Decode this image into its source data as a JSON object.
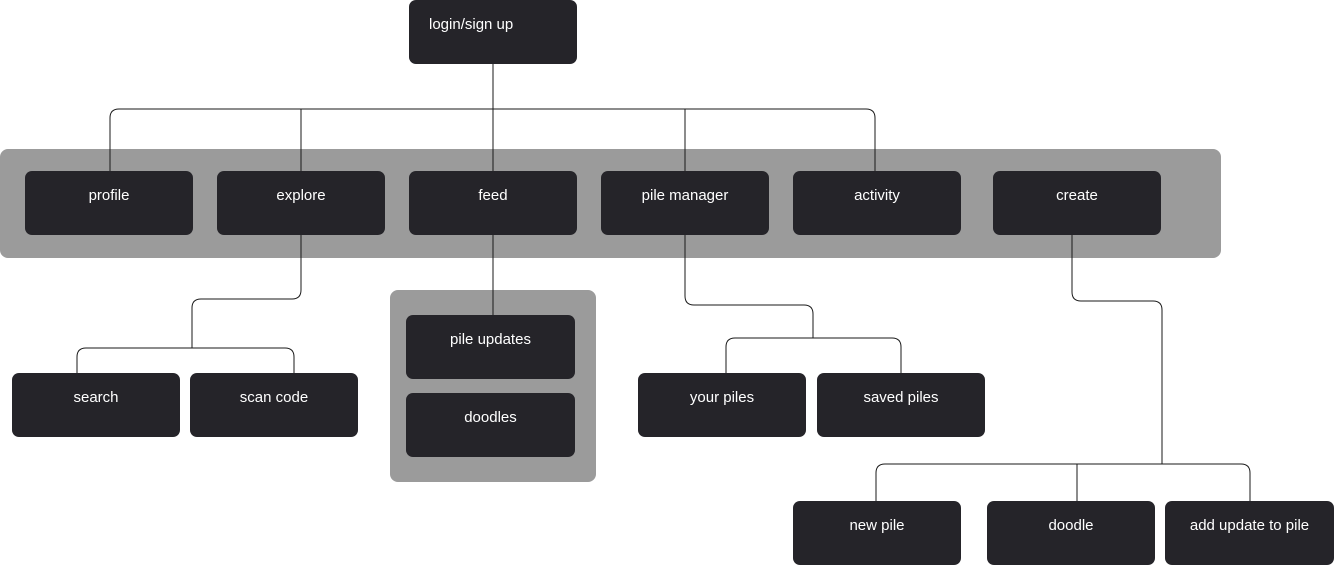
{
  "nodes": {
    "login": "login/sign up",
    "profile": "profile",
    "explore": "explore",
    "feed": "feed",
    "pile_manager": "pile manager",
    "activity": "activity",
    "create": "create",
    "search": "search",
    "scan_code": "scan code",
    "pile_updates": "pile updates",
    "doodles": "doodles",
    "your_piles": "your piles",
    "saved_piles": "saved piles",
    "new_pile": "new pile",
    "doodle": "doodle",
    "add_update": "add update to pile"
  },
  "colors": {
    "node_fill": "#252429",
    "node_text": "#ffffff",
    "group_fill": "#9b9b9b",
    "connector": "#1a1a1a"
  }
}
